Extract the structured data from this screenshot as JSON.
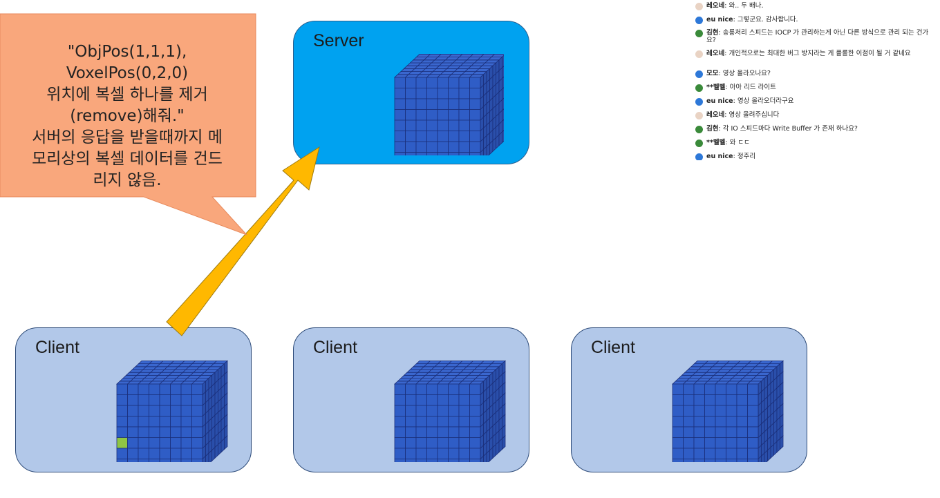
{
  "callout": {
    "text": "\"ObjPos(1,1,1), VoxelPos(0,2,0)\n위치에 복셀 하나를 제거\n(remove)해줘.\"\n서버의 응답을 받을때까지 메\n모리상의 복셀 데이터를 건드\n리지 않음."
  },
  "nodes": {
    "server": {
      "label": "Server"
    },
    "client1": {
      "label": "Client"
    },
    "client2": {
      "label": "Client"
    },
    "client3": {
      "label": "Client"
    }
  },
  "colors": {
    "server_fill": "#00a2f0",
    "client_fill": "#b2c8e9",
    "cube_front": "#2f5dc6",
    "cube_top": "#3a67cf",
    "cube_side": "#2a4fab",
    "cube_grid": "#1b2f7a",
    "highlight_voxel": "#8fc544",
    "arrow_fill": "#ffb800",
    "callout_fill": "#f9a77c"
  },
  "chat": [
    {
      "avatar": "person",
      "name": "레오네",
      "text": "와.. 두 배나."
    },
    {
      "avatar": "blue",
      "name": "eu nice",
      "text": "그렇군요. 감사합니다."
    },
    {
      "avatar": "green",
      "name": "김현",
      "text": "송릉처리 스피드는 IOCP 가 관리하는게 아닌 다른 방식으로 관리 되는 건가요?"
    },
    {
      "avatar": "person",
      "name": "레오네",
      "text": "개인적으로는 최대한 버그 방지라는 게 플롤한 이점이 될 거 같네요"
    },
    {
      "avatar": "blue",
      "name": "모모",
      "text": "영상 올라오나요?"
    },
    {
      "avatar": "green",
      "name": "**벨벨",
      "text": "아아 리드 라이트"
    },
    {
      "avatar": "blue",
      "name": "eu nice",
      "text": "영상 올라오더라구요"
    },
    {
      "avatar": "person",
      "name": "레오네",
      "text": "영상 올려주십니다"
    },
    {
      "avatar": "green",
      "name": "김현",
      "text": "각 IO 스피드마다 Write Buffer 가 존재 하나요?"
    },
    {
      "avatar": "green",
      "name": "**벨벨",
      "text": "와 ㄷㄷ"
    },
    {
      "avatar": "blue",
      "name": "eu nice",
      "text": "정주리"
    }
  ]
}
